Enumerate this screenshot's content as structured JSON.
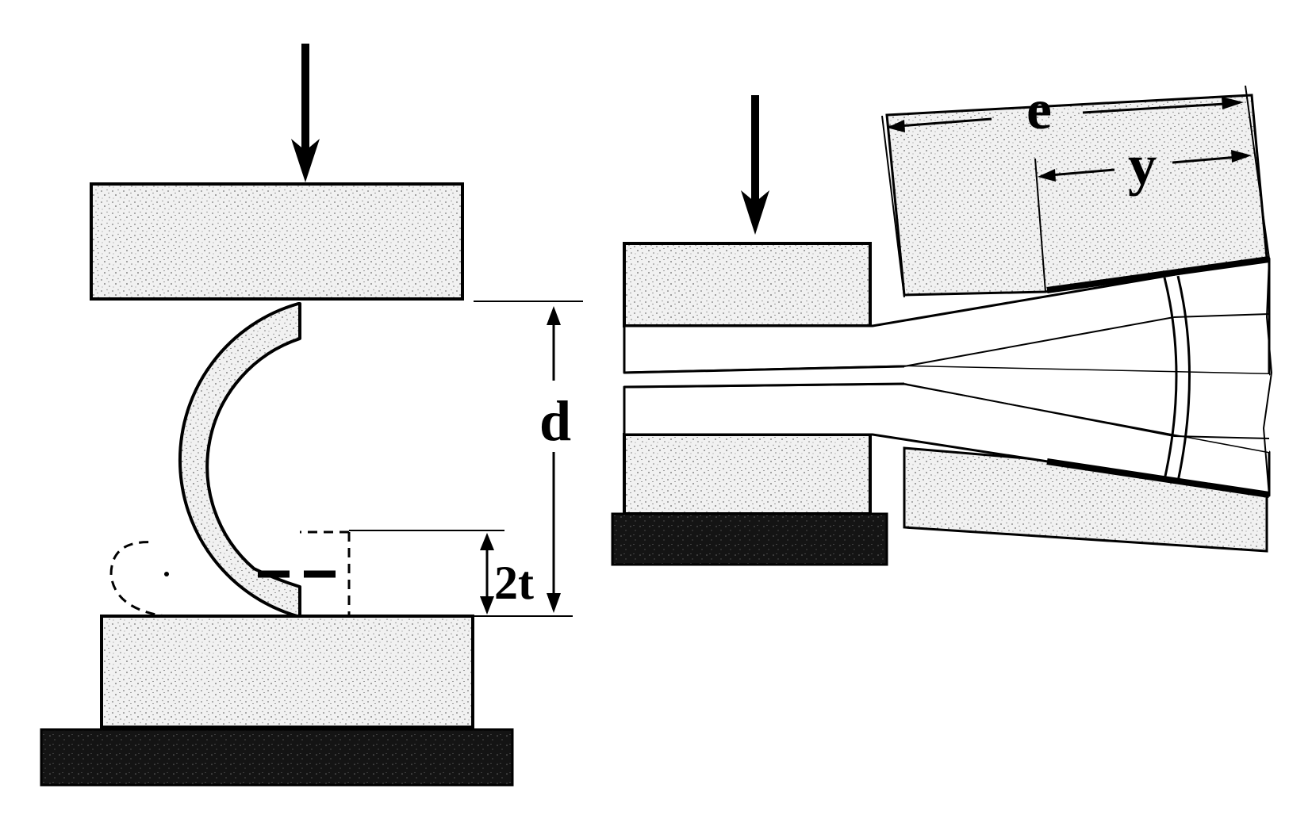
{
  "diagram": {
    "left_panel": {
      "dimension_labels": {
        "gap_height": "d",
        "twice_thickness": "2t"
      }
    },
    "right_panel": {
      "dimension_labels": {
        "overall_length": "e",
        "partial_length": "y"
      }
    }
  },
  "colors": {
    "stroke": "#000000",
    "block_fill": "#f1f1f1",
    "speckle": "#777777",
    "base_fill": "#141414"
  }
}
